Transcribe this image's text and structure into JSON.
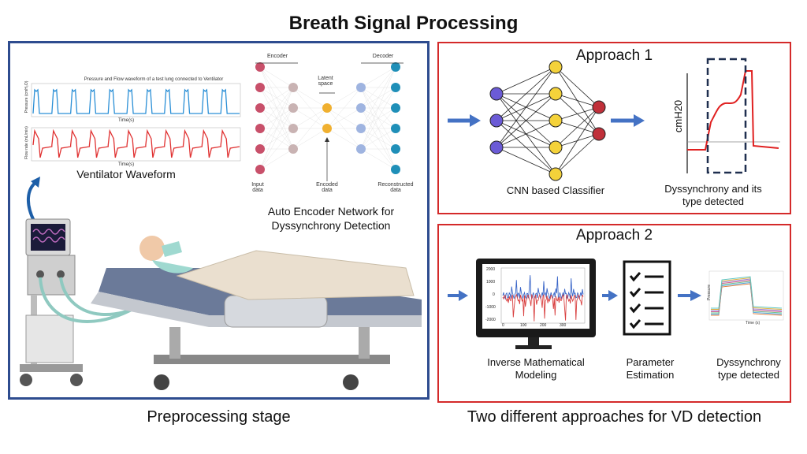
{
  "title": "Breath Signal Processing",
  "left_panel": {
    "waveform_title": "Pressure and Flow waveform of a test lung connected to Ventilator",
    "pressure_ylabel": "Pressure (cmH₂O)",
    "flow_ylabel": "Flow rate (mL/min)",
    "xlabel": "Time(s)",
    "waveform_caption": "Ventilator Waveform",
    "encoder_label": "Encoder",
    "decoder_label": "Decoder",
    "latent_label": "Latent space",
    "input_label": "Input data",
    "encoded_label": "Encoded data",
    "reconstructed_label": "Reconstructed data",
    "ae_caption": "Auto Encoder Network for Dyssynchrony Detection",
    "caption": "Preprocessing stage"
  },
  "approach1": {
    "title": "Approach 1",
    "cnn_caption": "CNN based Classifier",
    "plot_ylabel": "cmH20",
    "detect_caption": "Dyssynchrony and its type detected"
  },
  "approach2": {
    "title": "Approach 2",
    "monitor_ticks": [
      "2000",
      "1000",
      "0",
      "-1000",
      "-2000"
    ],
    "monitor_xticks": [
      "0",
      "100",
      "200",
      "300"
    ],
    "model_caption": "Inverse Mathematical Modeling",
    "param_caption": "Parameter Estimation",
    "type_caption": "Dyssynchrony type detected",
    "mini_plot_xlabel": "Time (s)",
    "mini_plot_ylabel": "Pressure"
  },
  "right_caption": "Two different approaches for VD detection",
  "colors": {
    "left_border": "#2e4c8f",
    "right_border": "#d42a2a",
    "arrow": "#4472c4",
    "pressure_wave": "#2a8fd6",
    "flow_wave": "#e03030"
  }
}
